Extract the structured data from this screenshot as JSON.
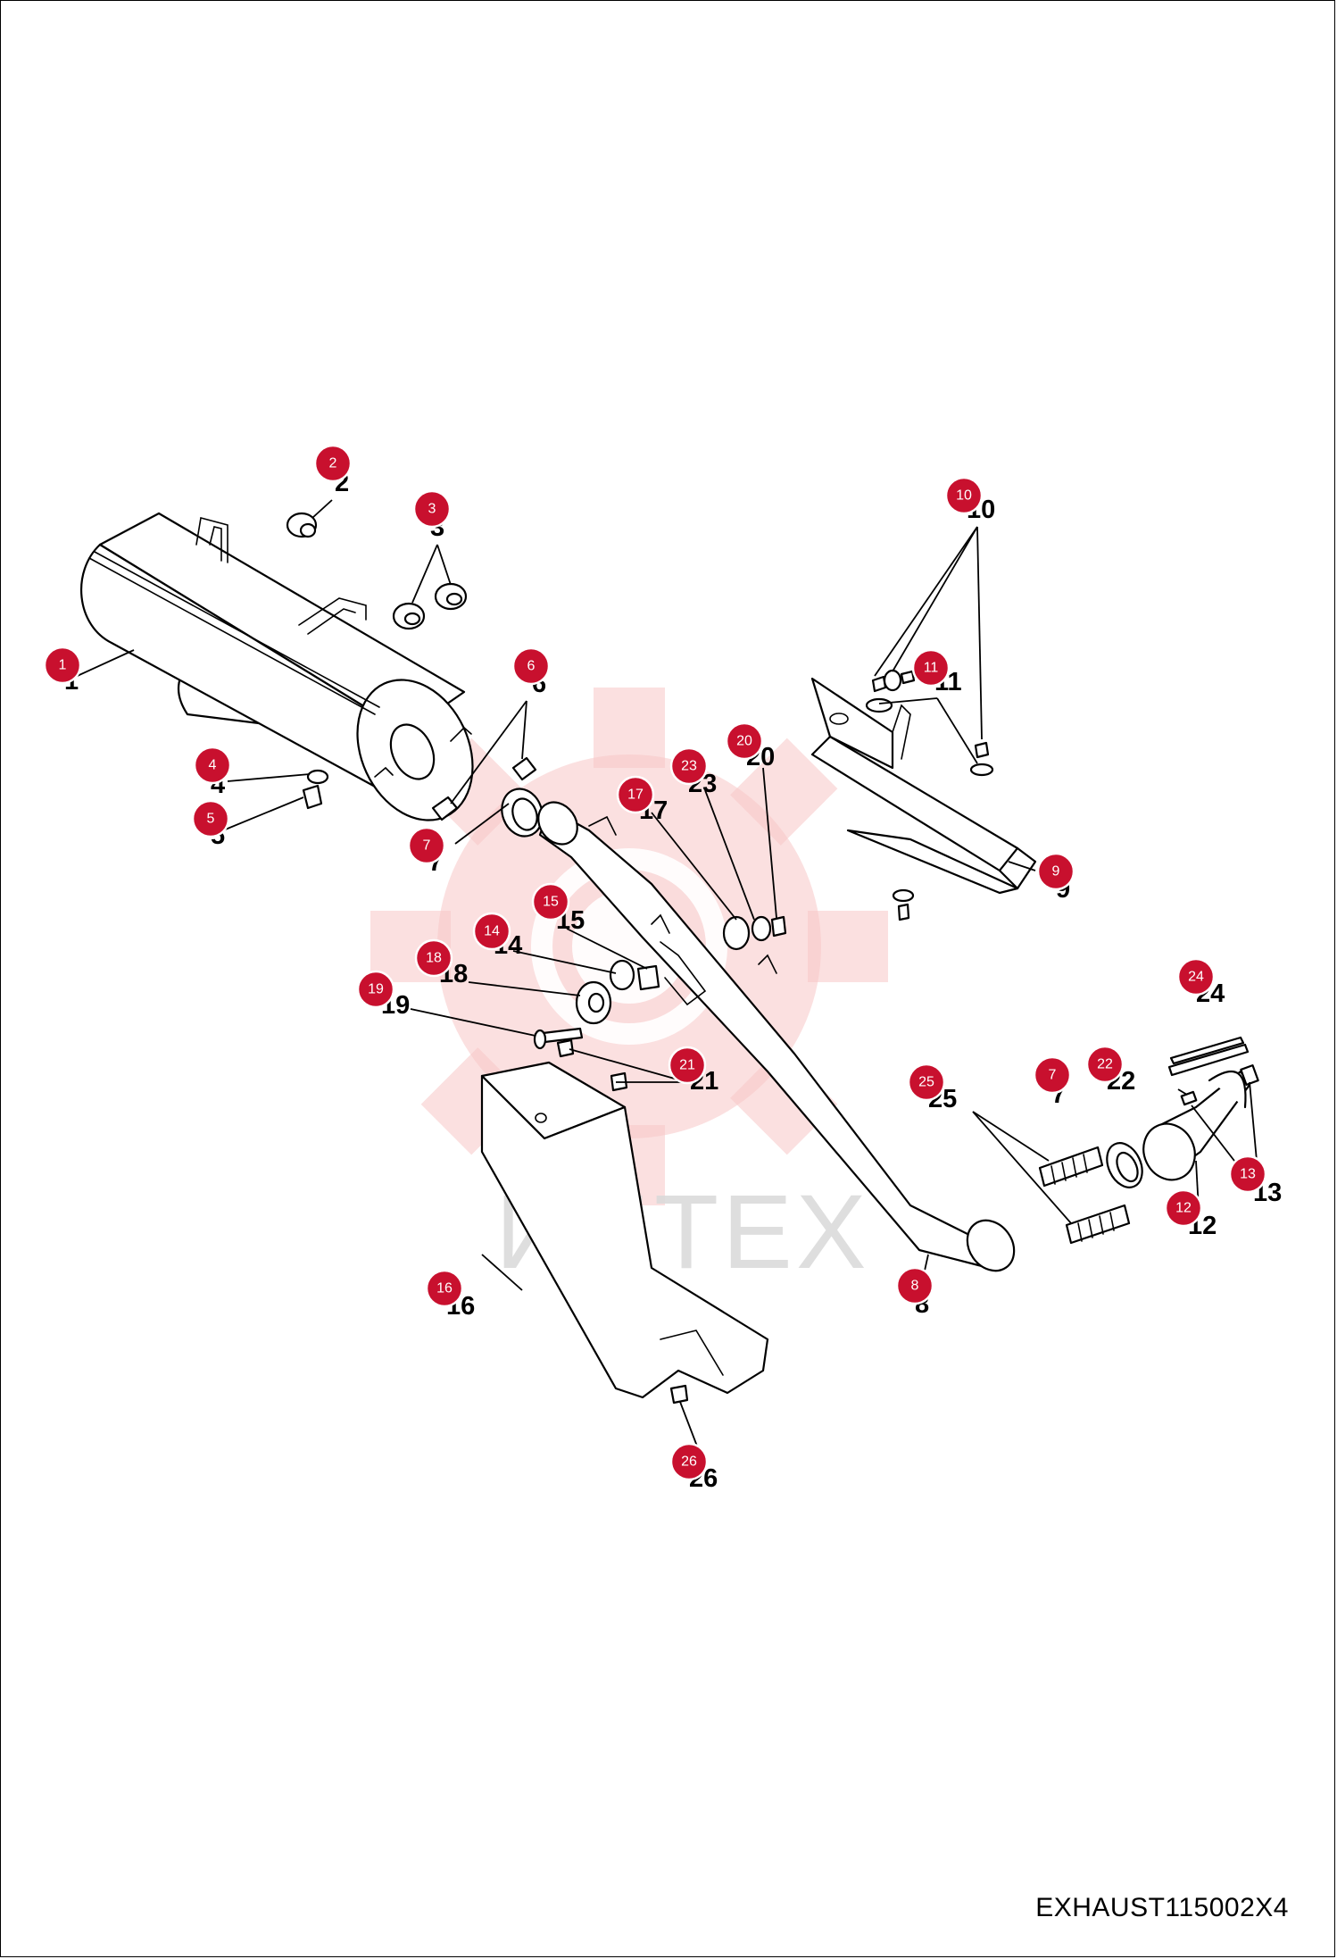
{
  "watermark": {
    "text": "ИНТЕХ",
    "color": "#f3a9a9"
  },
  "drawing_code": "EXHAUST115002X4",
  "accent_color": "#c8102e",
  "callouts": [
    {
      "id": "c1",
      "number": "1",
      "badge": "1"
    },
    {
      "id": "c2",
      "number": "2",
      "badge": "2"
    },
    {
      "id": "c3",
      "number": "3",
      "badge": "3"
    },
    {
      "id": "c4",
      "number": "4",
      "badge": "4"
    },
    {
      "id": "c5",
      "number": "5",
      "badge": "5"
    },
    {
      "id": "c6",
      "number": "6",
      "badge": "6"
    },
    {
      "id": "c7a",
      "number": "7",
      "badge": "7"
    },
    {
      "id": "c7b",
      "number": "7",
      "badge": "7"
    },
    {
      "id": "c8",
      "number": "8",
      "badge": "8"
    },
    {
      "id": "c9",
      "number": "9",
      "badge": "9"
    },
    {
      "id": "c10",
      "number": "10",
      "badge": "10"
    },
    {
      "id": "c11",
      "number": "11",
      "badge": "11"
    },
    {
      "id": "c12",
      "number": "12",
      "badge": "12"
    },
    {
      "id": "c13",
      "number": "13",
      "badge": "13"
    },
    {
      "id": "c14",
      "number": "14",
      "badge": "14"
    },
    {
      "id": "c15",
      "number": "15",
      "badge": "15"
    },
    {
      "id": "c16",
      "number": "16",
      "badge": "16"
    },
    {
      "id": "c17",
      "number": "17",
      "badge": "17"
    },
    {
      "id": "c18",
      "number": "18",
      "badge": "18"
    },
    {
      "id": "c19",
      "number": "19",
      "badge": "19"
    },
    {
      "id": "c20",
      "number": "20",
      "badge": "20"
    },
    {
      "id": "c21",
      "number": "21",
      "badge": "21"
    },
    {
      "id": "c22",
      "number": "22",
      "badge": "22"
    },
    {
      "id": "c23",
      "number": "23",
      "badge": "23"
    },
    {
      "id": "c24",
      "number": "24",
      "badge": "24"
    },
    {
      "id": "c25",
      "number": "25",
      "badge": "25"
    },
    {
      "id": "c26",
      "number": "26",
      "badge": "26"
    }
  ]
}
